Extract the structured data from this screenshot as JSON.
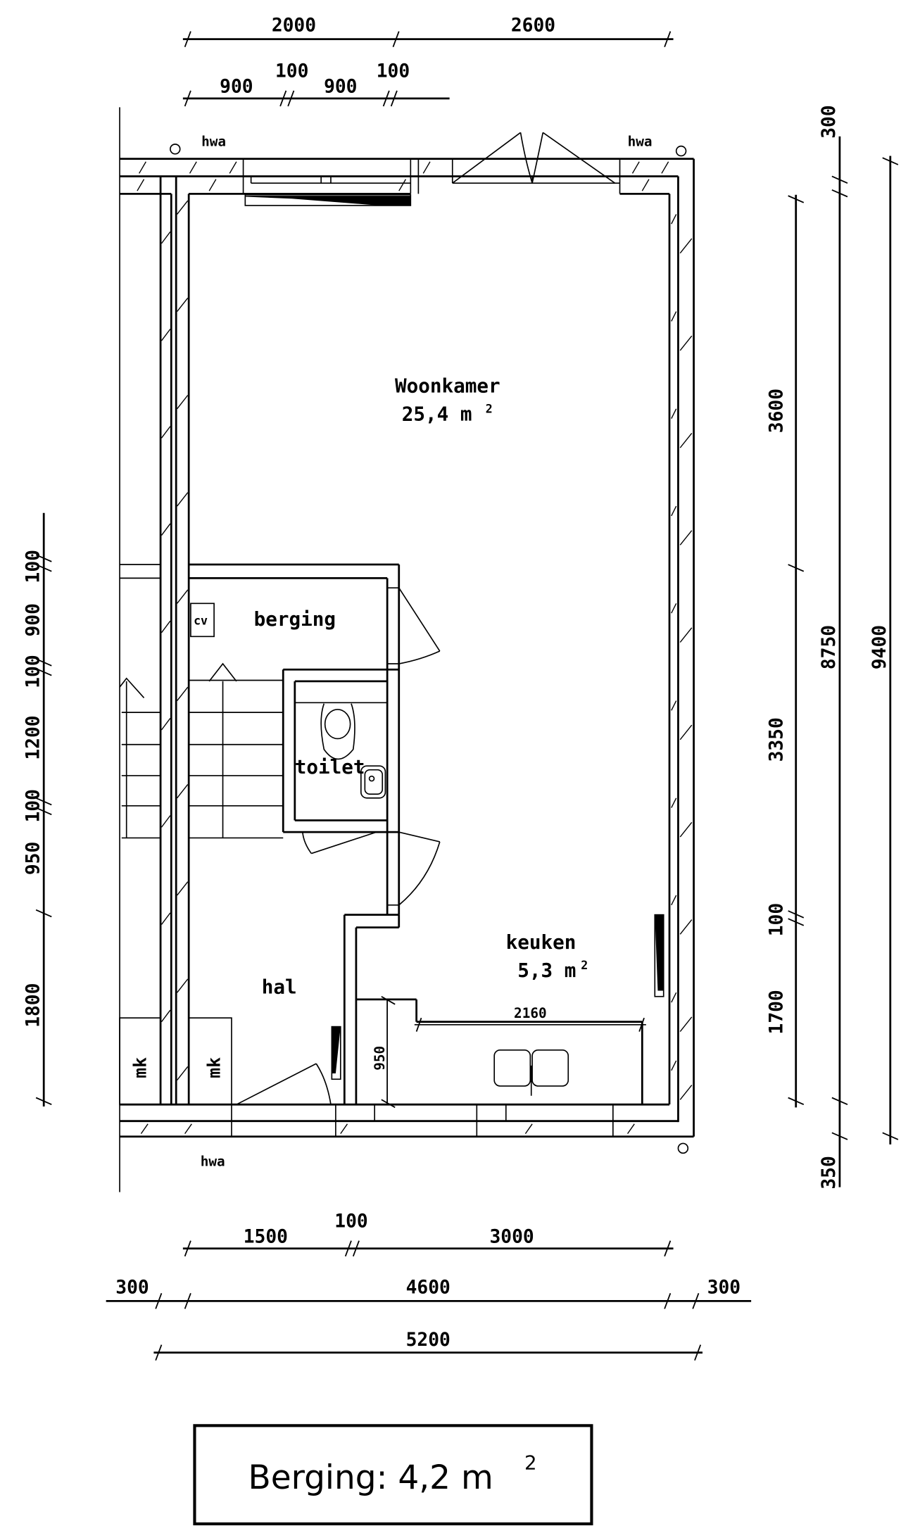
{
  "plan": {
    "rooms": {
      "woonkamer": {
        "name": "Woonkamer",
        "area": "25,4 m",
        "sup": "2"
      },
      "berging": {
        "name": "berging"
      },
      "toilet": {
        "name": "toilet"
      },
      "keuken": {
        "name": "keuken",
        "area": "5,3 m",
        "sup": "2"
      },
      "hal": {
        "name": "hal"
      }
    },
    "labels": {
      "cv": "cv",
      "mk_left": "mk",
      "mk_right": "mk",
      "hwa_top_left": "hwa",
      "hwa_top_right": "hwa",
      "hwa_bottom": "hwa"
    },
    "interior_dims": {
      "counter_width": "2160",
      "counter_depth": "950"
    }
  },
  "dimensions": {
    "top_row1": [
      "2000",
      "2600"
    ],
    "top_row2": [
      "900",
      "100",
      "900",
      "100"
    ],
    "right_inner": [
      "3600",
      "3350",
      "100",
      "1700"
    ],
    "right_mid": [
      "300",
      "8750",
      "350"
    ],
    "right_outer": [
      "9400"
    ],
    "left": [
      "100",
      "900",
      "100",
      "1200",
      "100",
      "950",
      "1800"
    ],
    "bottom_row1": [
      "1500",
      "100",
      "3000"
    ],
    "bottom_row2": [
      "300",
      "4600",
      "300"
    ],
    "bottom_row3": [
      "5200"
    ]
  },
  "summary_box": {
    "label": "Berging: 4,2 m",
    "sup": "2"
  }
}
